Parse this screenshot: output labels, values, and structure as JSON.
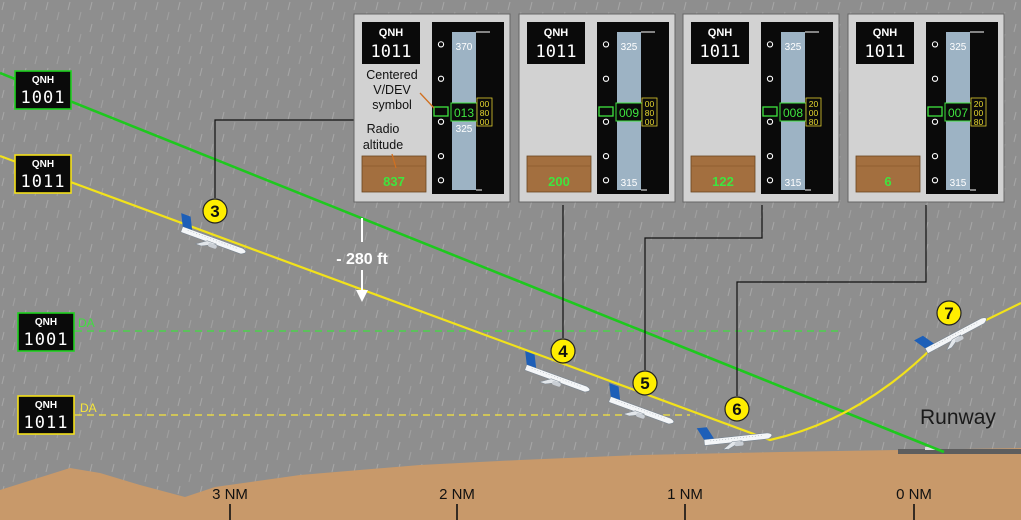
{
  "qnh_boxes": [
    {
      "label": "QNH",
      "value": "1001",
      "color": "#1fd11f"
    },
    {
      "label": "QNH",
      "value": "1011",
      "color": "#f4e01a"
    },
    {
      "label": "QNH",
      "value": "1001",
      "color": "#1fd11f"
    },
    {
      "label": "QNH",
      "value": "1011",
      "color": "#f4e01a"
    }
  ],
  "da_labels": {
    "green": "DA",
    "yellow": "DA"
  },
  "pfd_panels": [
    {
      "qnh_label": "QNH",
      "qnh_value": "1011",
      "radio_altitude": "837",
      "vdev": "013",
      "scale_top": "370",
      "scale_bottom": "325",
      "digits": [
        "00",
        "80",
        "00"
      ]
    },
    {
      "qnh_label": "QNH",
      "qnh_value": "1011",
      "radio_altitude": "200",
      "vdev": "009",
      "scale_top": "325",
      "scale_bottom": "315",
      "digits": [
        "00",
        "80",
        "00"
      ]
    },
    {
      "qnh_label": "QNH",
      "qnh_value": "1011",
      "radio_altitude": "122",
      "vdev": "008",
      "scale_top": "325",
      "scale_bottom": "315",
      "digits": [
        "20",
        "00",
        "80"
      ]
    },
    {
      "qnh_label": "QNH",
      "qnh_value": "1011",
      "radio_altitude": "6",
      "vdev": "007",
      "scale_top": "325",
      "scale_bottom": "315",
      "digits": [
        "20",
        "00",
        "80"
      ]
    }
  ],
  "panel_annotations": {
    "centered_vdev": [
      "Centered",
      "V/DEV",
      "symbol"
    ],
    "radio_altitude": [
      "Radio",
      "altitude"
    ]
  },
  "offset_label": "- 280 ft",
  "runway_label": "Runway",
  "markers": [
    "3",
    "4",
    "5",
    "6",
    "7"
  ],
  "distance_ticks": [
    "3 NM",
    "2 NM",
    "1 NM",
    "0 NM"
  ],
  "colors": {
    "green_path": "#1ec81e",
    "yellow_path": "#f2e21a",
    "ground": "#c8996a",
    "sky": "#8e8e8e",
    "marker": "#ffee00",
    "panel_bg": "#d2d2d2",
    "display_bg": "#0a0a0a",
    "tape": "#9db3c4",
    "ra_box": "#a36f3f"
  }
}
